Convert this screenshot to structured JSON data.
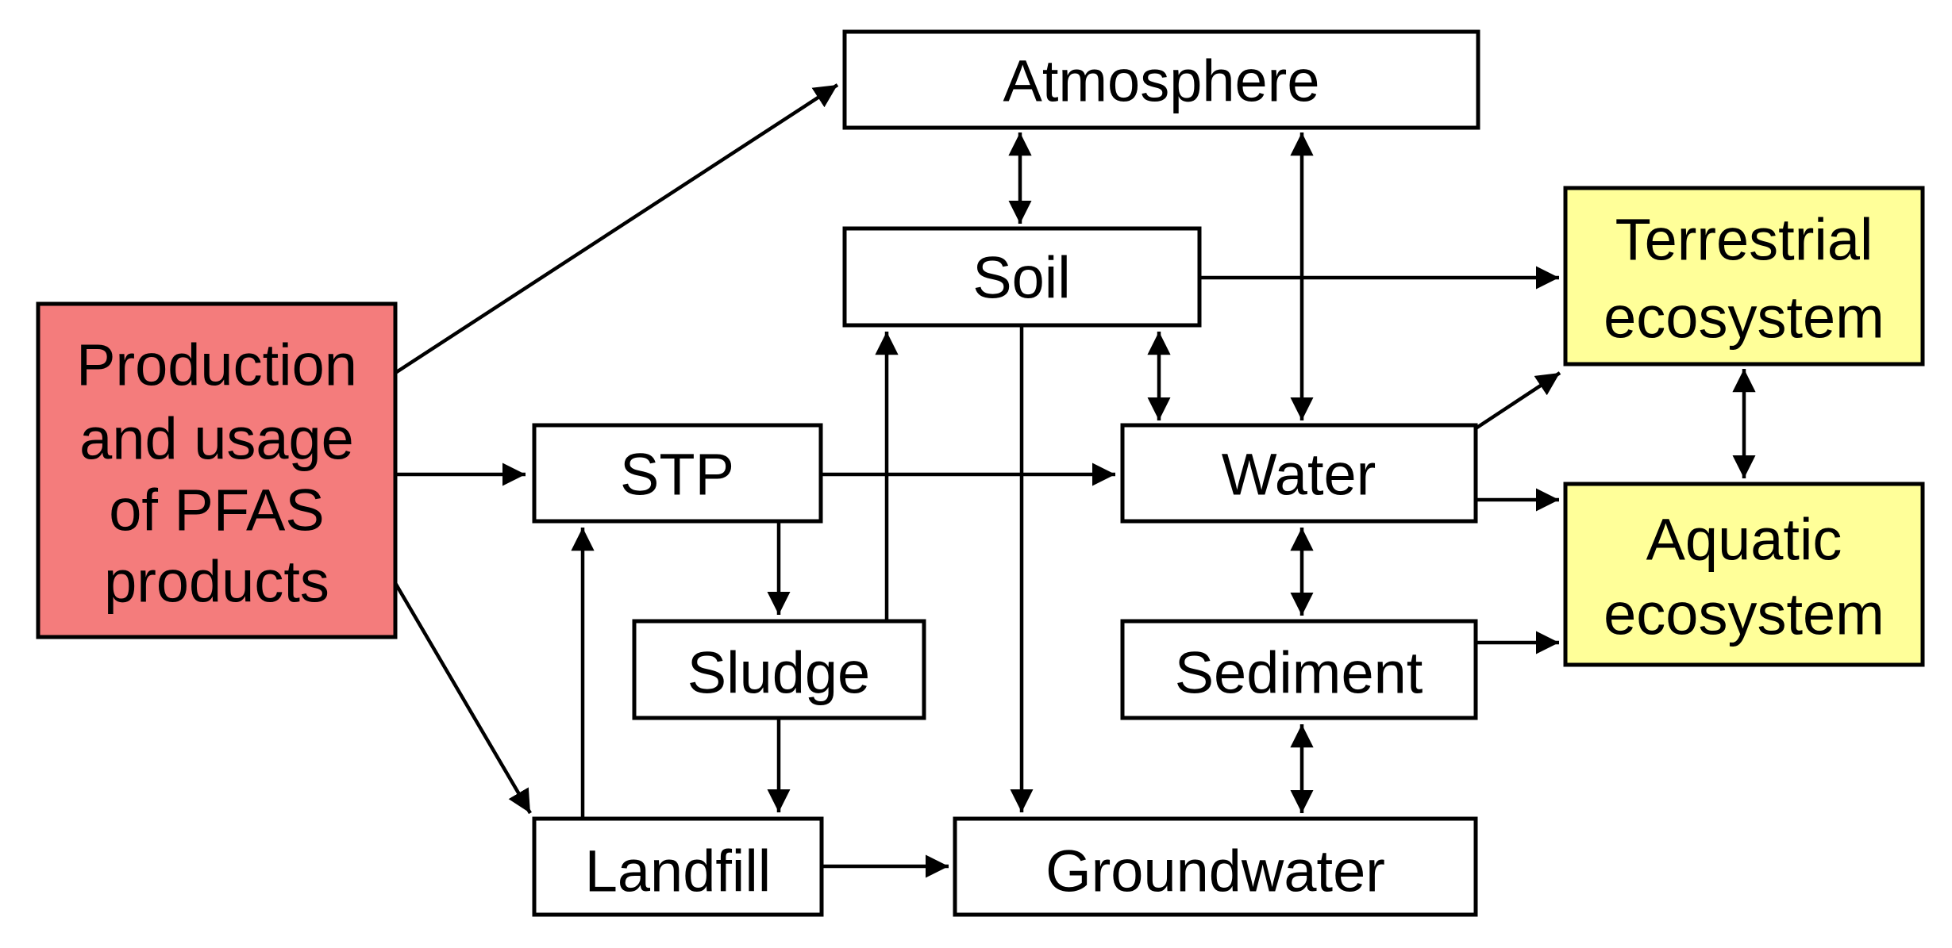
{
  "diagram": {
    "colors": {
      "source_fill": "#F47C7C",
      "receptor_fill": "#FFFF99",
      "compartment_fill": "#FFFFFF",
      "line": "#000000"
    },
    "nodes": {
      "source": {
        "lines": [
          "Production",
          "and usage",
          "of PFAS",
          "products"
        ]
      },
      "atmosphere": {
        "lines": [
          "Atmosphere"
        ]
      },
      "soil": {
        "lines": [
          "Soil"
        ]
      },
      "terrestrial": {
        "lines": [
          "Terrestrial",
          "ecosystem"
        ]
      },
      "stp": {
        "lines": [
          "STP"
        ]
      },
      "water": {
        "lines": [
          "Water"
        ]
      },
      "aquatic": {
        "lines": [
          "Aquatic",
          "ecosystem"
        ]
      },
      "sludge": {
        "lines": [
          "Sludge"
        ]
      },
      "sediment": {
        "lines": [
          "Sediment"
        ]
      },
      "landfill": {
        "lines": [
          "Landfill"
        ]
      },
      "groundwater": {
        "lines": [
          "Groundwater"
        ]
      }
    },
    "edges": [
      {
        "from": "source",
        "to": "atmosphere",
        "bidirectional": false
      },
      {
        "from": "source",
        "to": "stp",
        "bidirectional": false
      },
      {
        "from": "source",
        "to": "landfill",
        "bidirectional": false
      },
      {
        "from": "atmosphere",
        "to": "soil",
        "bidirectional": true
      },
      {
        "from": "atmosphere",
        "to": "water",
        "bidirectional": true
      },
      {
        "from": "soil",
        "to": "terrestrial",
        "bidirectional": false
      },
      {
        "from": "soil",
        "to": "water",
        "bidirectional": true
      },
      {
        "from": "soil",
        "to": "groundwater",
        "bidirectional": false
      },
      {
        "from": "stp",
        "to": "water",
        "bidirectional": false
      },
      {
        "from": "stp",
        "to": "sludge",
        "bidirectional": false
      },
      {
        "from": "sludge",
        "to": "soil",
        "bidirectional": false
      },
      {
        "from": "sludge",
        "to": "landfill",
        "bidirectional": false
      },
      {
        "from": "landfill",
        "to": "stp",
        "bidirectional": false
      },
      {
        "from": "landfill",
        "to": "groundwater",
        "bidirectional": false
      },
      {
        "from": "water",
        "to": "terrestrial",
        "bidirectional": false
      },
      {
        "from": "water",
        "to": "aquatic",
        "bidirectional": false
      },
      {
        "from": "water",
        "to": "sediment",
        "bidirectional": true
      },
      {
        "from": "sediment",
        "to": "aquatic",
        "bidirectional": false
      },
      {
        "from": "sediment",
        "to": "groundwater",
        "bidirectional": true
      },
      {
        "from": "terrestrial",
        "to": "aquatic",
        "bidirectional": true
      }
    ]
  }
}
